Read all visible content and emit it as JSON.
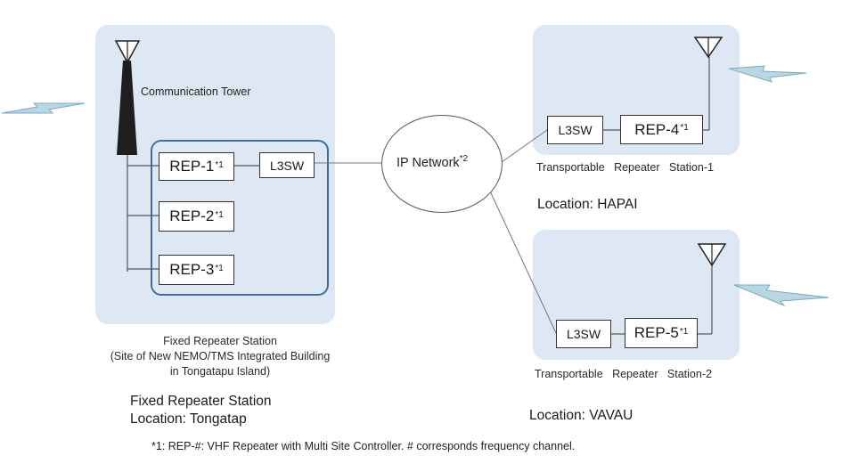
{
  "fixed_station": {
    "tower_label": "Communication Tower",
    "rep1": {
      "name": "REP-1",
      "note": "*1"
    },
    "rep2": {
      "name": "REP-2",
      "note": "*1"
    },
    "rep3": {
      "name": "REP-3",
      "note": "*1"
    },
    "switch": "L3SW",
    "caption_line1": "Fixed Repeater Station",
    "caption_line2": "(Site of New NEMO/TMS Integrated Building",
    "caption_line3": "in Tongatapu Island)",
    "location_title": "Fixed Repeater Station",
    "location": "Location: Tongatap"
  },
  "network": {
    "name": "IP Network",
    "note": "*2"
  },
  "station1": {
    "switch": "L3SW",
    "rep": {
      "name": "REP-4",
      "note": "*1"
    },
    "caption": "Transportable   Repeater   Station-1",
    "location": "Location: HAPAI"
  },
  "station2": {
    "switch": "L3SW",
    "rep": {
      "name": "REP-5",
      "note": "*1"
    },
    "caption": "Transportable   Repeater   Station-2",
    "location": "Location: VAVAU"
  },
  "footnote": "*1: REP-#: VHF Repeater with Multi Site Controller. # corresponds frequency channel.",
  "colors": {
    "panel": "#dde8f4",
    "inner_border": "#3f6f9a",
    "lightning": "#b9d6e3"
  }
}
